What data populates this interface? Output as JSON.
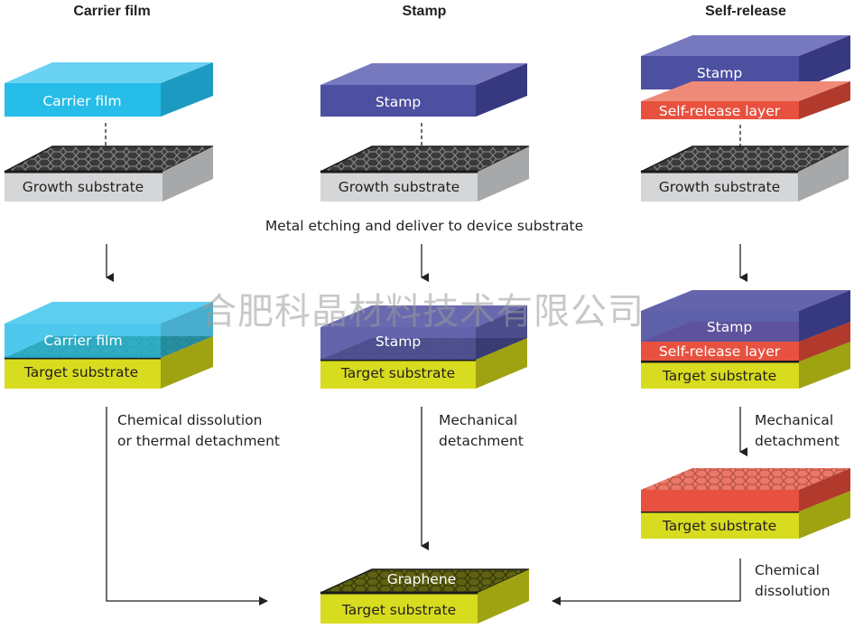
{
  "headers": {
    "carrier": "Carrier film",
    "stamp": "Stamp",
    "self_release": "Self-release"
  },
  "labels": {
    "carrier_film": "Carrier film",
    "stamp": "Stamp",
    "self_release_layer": "Self-release layer",
    "growth_substrate": "Growth substrate",
    "target_substrate": "Target substrate",
    "graphene": "Graphene"
  },
  "steps": {
    "metal_etching": "Metal etching and deliver to device substrate",
    "chemical_dissolution_or_thermal_1": "Chemical dissolution",
    "chemical_dissolution_or_thermal_2": "or thermal detachment",
    "mechanical_1": "Mechanical",
    "mechanical_2": "detachment",
    "chemical_1": "Chemical",
    "chemical_2": "dissolution"
  },
  "watermark": "合肥科晶材料技术有限公司",
  "colors": {
    "carrier_film": "#27bde9",
    "stamp": "#4d4fa1",
    "self_release": "#e8513f",
    "growth_substrate": "#d5d6d8",
    "target_substrate": "#d8dc1f",
    "graphene_sheet": "#4a4a4a"
  }
}
